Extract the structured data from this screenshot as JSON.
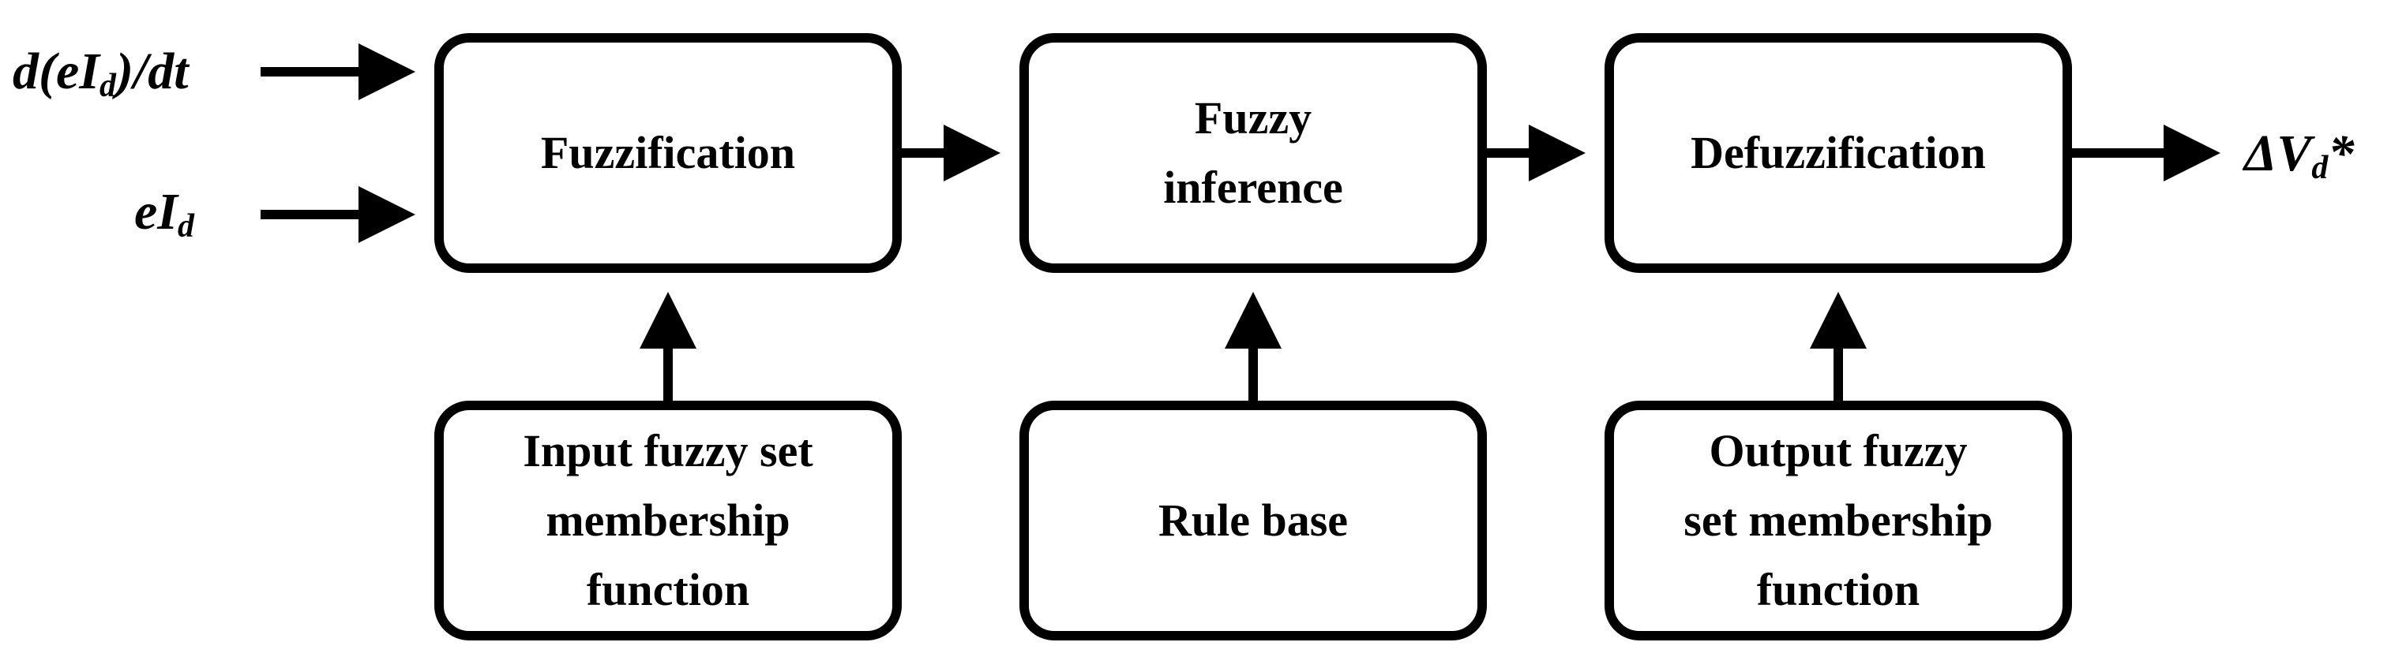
{
  "blocks": {
    "fuzzification": "Fuzzification",
    "inference": "Fuzzy\ninference",
    "defuzzification": "Defuzzification",
    "input_mf": "Input fuzzy set\nmembership\nfunction",
    "rule_base": "Rule base",
    "output_mf": "Output fuzzy\nset membership\nfunction"
  },
  "signals": {
    "input_derivative": {
      "pre": "d(eI",
      "sub": "d",
      "post": ")/dt"
    },
    "input_error": {
      "pre": "eI",
      "sub": "d",
      "post": ""
    },
    "output": {
      "pre": "ΔV",
      "sub": "d",
      "post": "*"
    }
  },
  "colors": {
    "stroke": "#000000",
    "background": "#ffffff"
  }
}
